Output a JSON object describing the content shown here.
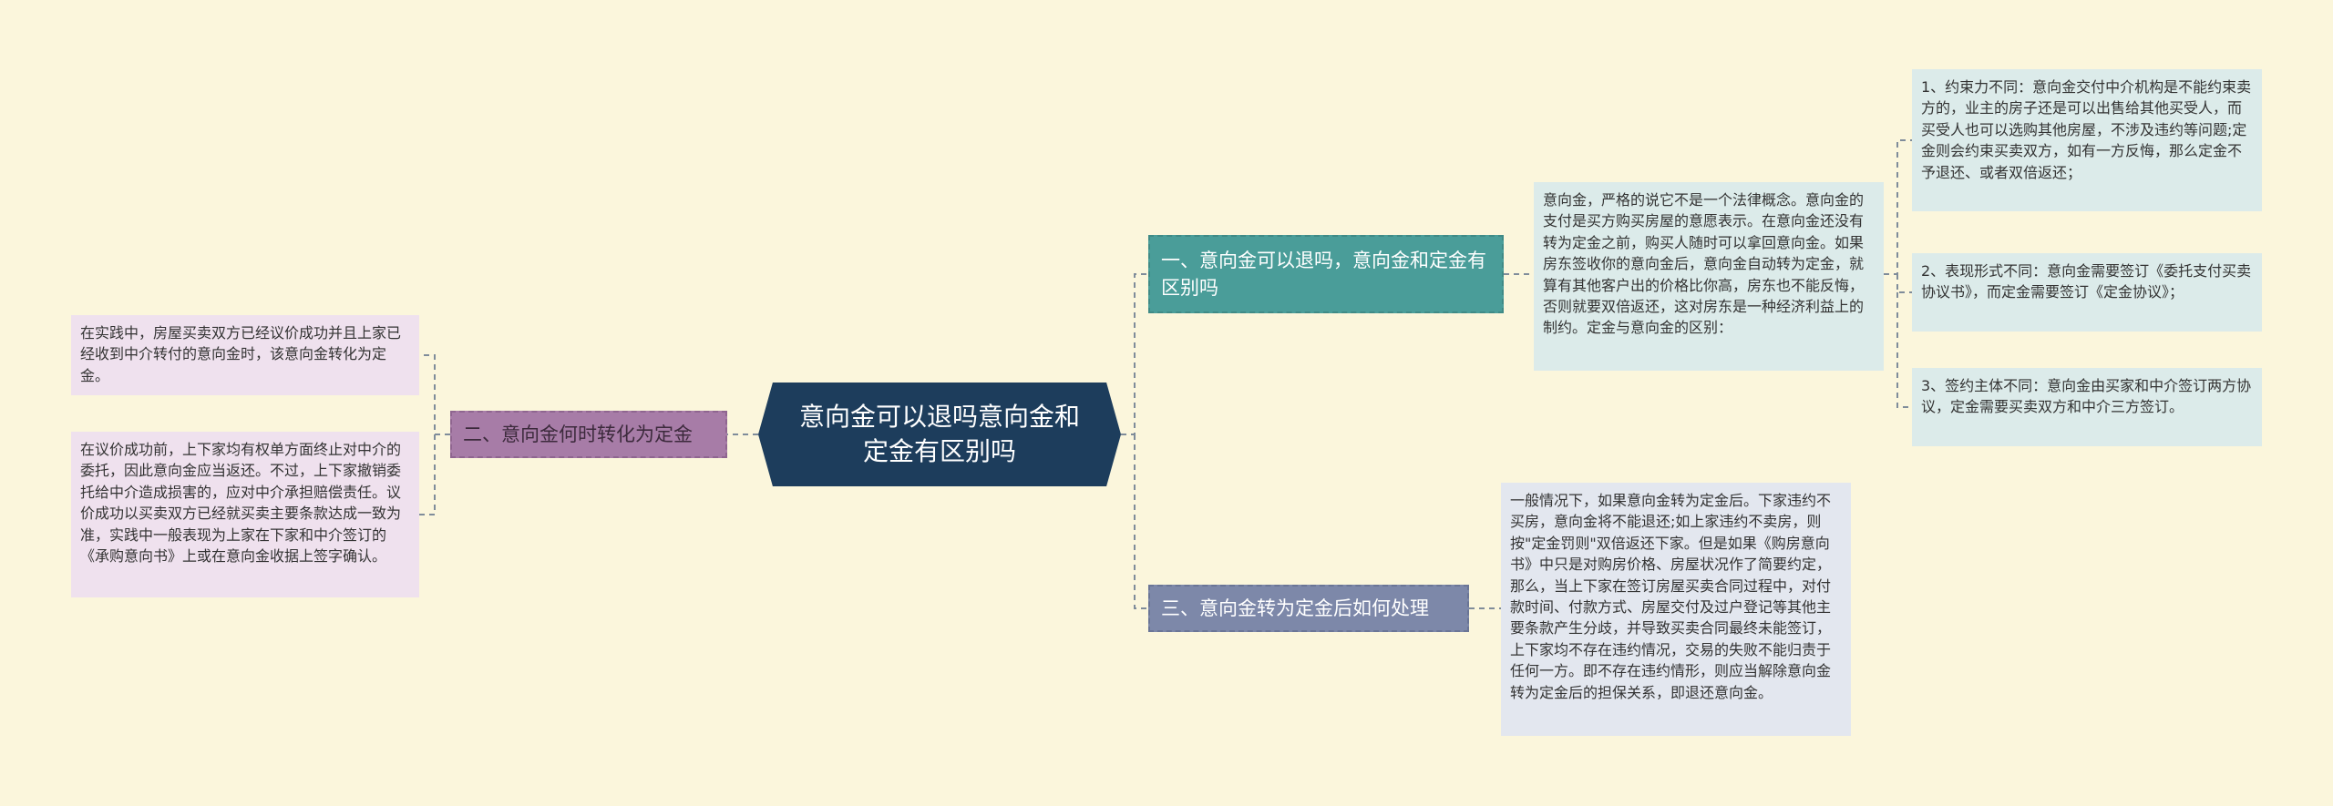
{
  "colors": {
    "background": "#fbf6dc",
    "root": "#1d3d5c",
    "branch1": "#4a9d99",
    "branch2": "#a77ca7",
    "branch3": "#7d88a9",
    "connector": "#7f8c9a"
  },
  "root": {
    "title": "意向金可以退吗意向金和定金有区别吗"
  },
  "branches": [
    {
      "label": "一、意向金可以退吗，意向金和定金有区别吗",
      "detail": "意向金，严格的说它不是一个法律概念。意向金的支付是买方购买房屋的意愿表示。在意向金还没有转为定金之前，购买人随时可以拿回意向金。如果房东签收你的意向金后，意向金自动转为定金，就算有其他客户出的价格比你高，房东也不能反悔，否则就要双倍返还，这对房东是一种经济利益上的制约。定金与意向金的区别：",
      "points": [
        "1、约束力不同：意向金交付中介机构是不能约束卖方的，业主的房子还是可以出售给其他买受人，而买受人也可以选购其他房屋，不涉及违约等问题;定金则会约束买卖双方，如有一方反悔，那么定金不予退还、或者双倍返还；",
        "2、表现形式不同：意向金需要签订《委托支付买卖协议书》，而定金需要签订《定金协议》；",
        "3、签约主体不同：意向金由买家和中介签订两方协议，定金需要买卖双方和中介三方签订。"
      ]
    },
    {
      "label": "二、意向金何时转化为定金",
      "points": [
        "在实践中，房屋买卖双方已经议价成功并且上家已经收到中介转付的意向金时，该意向金转化为定金。",
        "在议价成功前，上下家均有权单方面终止对中介的委托，因此意向金应当返还。不过，上下家撤销委托给中介造成损害的，应对中介承担赔偿责任。议价成功以买卖双方已经就买卖主要条款达成一致为准，实践中一般表现为上家在下家和中介签订的《承购意向书》上或在意向金收据上签字确认。"
      ]
    },
    {
      "label": "三、意向金转为定金后如何处理",
      "detail": "一般情况下，如果意向金转为定金后。下家违约不买房，意向金将不能退还;如上家违约不卖房，则按\"定金罚则\"双倍返还下家。但是如果《购房意向书》中只是对购房价格、房屋状况作了简要约定，那么，当上下家在签订房屋买卖合同过程中，对付款时间、付款方式、房屋交付及过户登记等其他主要条款产生分歧，并导致买卖合同最终未能签订，上下家均不存在违约情况，交易的失败不能归责于任何一方。即不存在违约情形，则应当解除意向金转为定金后的担保关系，即退还意向金。"
    }
  ]
}
